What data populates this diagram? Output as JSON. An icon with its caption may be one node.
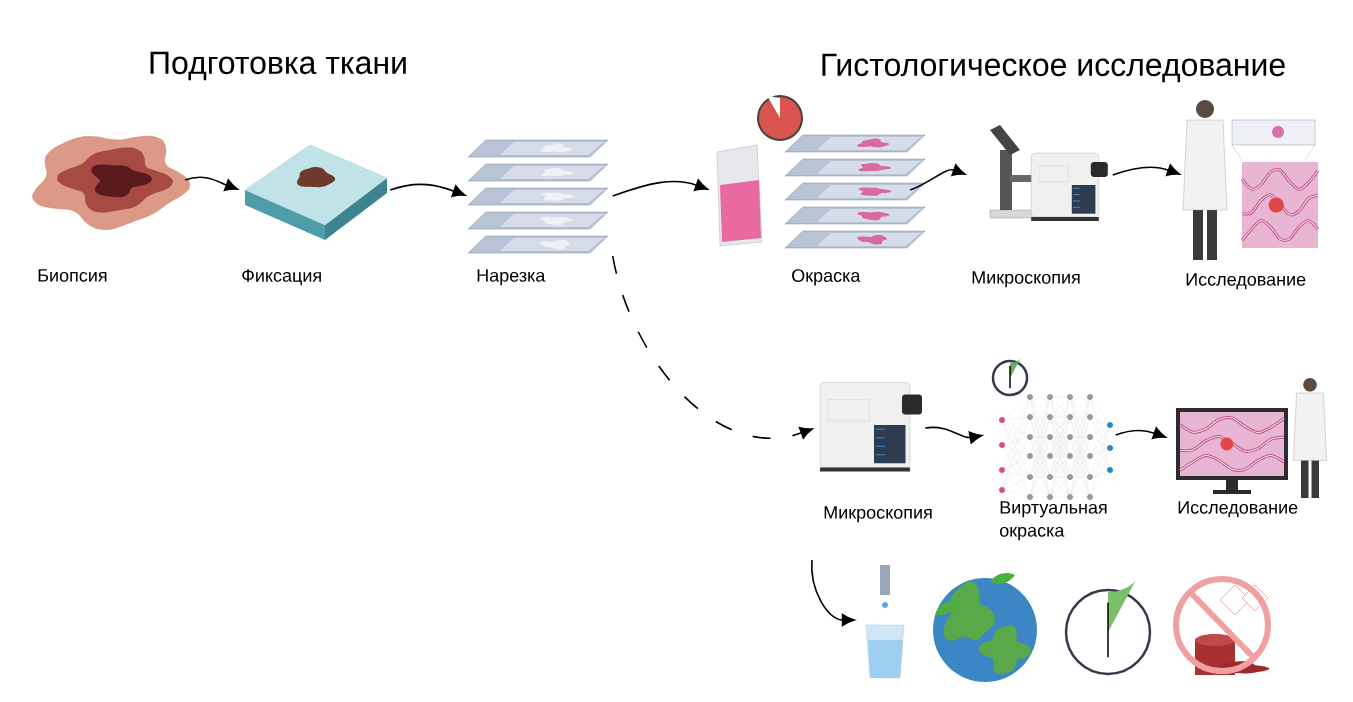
{
  "diagram": {
    "nodes": [
      {
        "text": [
          "Биопсия"
        ]
      },
      {
        "text": [
          "Фиксация"
        ]
      },
      {
        "text": [
          "Нарезка"
        ]
      },
      {
        "text": [
          "Окраска"
        ]
      },
      {
        "text": [
          "Микроскопия"
        ]
      },
      {
        "text": [
          "Исследование"
        ]
      },
      {
        "text": [
          "Микроскопия"
        ]
      },
      {
        "text": [
          "Виртуальная окраска"
        ]
      },
      {
        "text": [
          "Исследование"
        ]
      },
      {
        "text": [],
        "shape": "picture"
      },
      {
        "text": [],
        "shape": "picture"
      },
      {
        "text": [],
        "shape": "picture"
      },
      {
        "text": [],
        "shape": "picture"
      }
    ],
    "edges": [
      {
        "from": 0,
        "to": 1,
        "arrow": "to"
      },
      {
        "from": 1,
        "to": 2,
        "arrow": "to"
      },
      {
        "from": 2,
        "to": 3,
        "arrow": "to"
      },
      {
        "from": 2,
        "to": 6,
        "arrow": "to",
        "style": "dashed"
      },
      {
        "from": 3,
        "to": 4,
        "arrow": "to"
      },
      {
        "from": 4,
        "to": 5,
        "arrow": "to"
      },
      {
        "from": 6,
        "to": 7,
        "arrow": "to"
      },
      {
        "from": 7,
        "to": 8,
        "arrow": "to"
      },
      {
        "from": null,
        "to": 9,
        "arrow": "to"
      }
    ],
    "labels": [
      "Подготовка ткани",
      "Гистологическое исследование"
    ]
  }
}
